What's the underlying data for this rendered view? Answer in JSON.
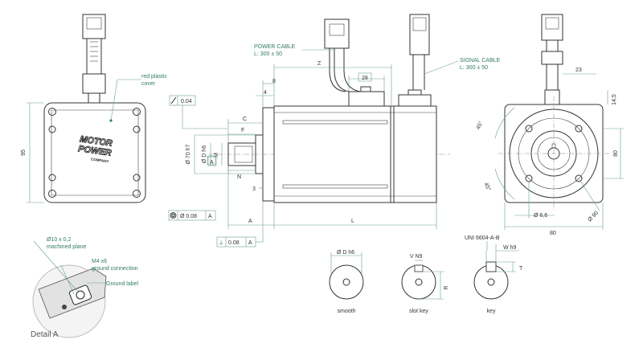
{
  "notes": {
    "red_plastic_cover": [
      "red plastic",
      "cover"
    ],
    "power_cable": [
      "POWER CABLE",
      "L: 300 ± 50"
    ],
    "signal_cable": [
      "SIGNAL CABLE",
      "L: 300 ± 50"
    ],
    "detail_notes": [
      [
        "Ø10 x 0,2",
        "machined plane"
      ],
      [
        "M4 x6",
        "ground connection"
      ],
      [
        "Ground label"
      ]
    ],
    "uni_standard": "UNI 6604-A-B"
  },
  "logo": {
    "lines": [
      "MOTOR",
      "POWER",
      "COMPANY"
    ]
  },
  "dimensions": {
    "front_height": "95",
    "flatness": "0.04",
    "shaft_dia": "Ø D h6",
    "pilot_dia": "Ø 70 h7",
    "C": "C",
    "F": "F",
    "M": "M",
    "N": "N",
    "Z": "Z",
    "L": "L",
    "A": "A",
    "d8": "8",
    "d4": "4",
    "d28": "28",
    "d3": "3",
    "datum": "A",
    "concentricity": "Ø 0.08",
    "perpendicularity": "0.08",
    "d23": "23",
    "d14_5": "14,5",
    "angle45_top": "45°",
    "angle45_bot": "45°",
    "hole_dia": "Ø 6,6",
    "pcd": "Ø 90",
    "d80_right": "80",
    "d80_bottom": "80",
    "smooth_dia": "Ø D h6",
    "slot_width": "V N9",
    "slot_depth": "R",
    "key_width": "W h9",
    "key_height": "T"
  },
  "shaft_variants": [
    "smooth",
    "slot key",
    "key"
  ],
  "detail_label": "Detail  A"
}
